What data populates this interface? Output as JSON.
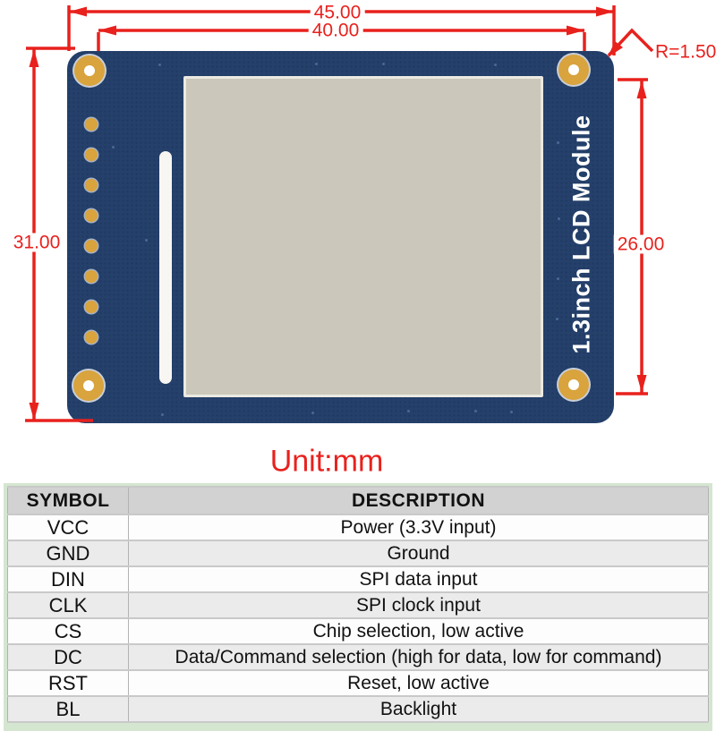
{
  "diagram": {
    "dims": {
      "width_outer": "45.00",
      "width_inner": "40.00",
      "height_left": "31.00",
      "height_right": "26.00",
      "corner_radius": "R=1.50"
    },
    "unit_label": "Unit:mm",
    "board_label": "1.3inch LCD Module",
    "colors": {
      "board_blue": "#24406b",
      "pad_gold": "#d9a33d",
      "screen_gray": "#cbc8bb",
      "dimension_red": "#e8211d",
      "silkscreen": "#ffffff",
      "table_header_bg": "#d2d2d2",
      "table_alt_row": "#ebebeb",
      "table_outer_green": "#d4e6d0"
    }
  },
  "table": {
    "headers": {
      "symbol": "SYMBOL",
      "description": "DESCRIPTION"
    },
    "rows": [
      {
        "symbol": "VCC",
        "description": "Power (3.3V input)"
      },
      {
        "symbol": "GND",
        "description": "Ground"
      },
      {
        "symbol": "DIN",
        "description": "SPI data input"
      },
      {
        "symbol": "CLK",
        "description": "SPI clock input"
      },
      {
        "symbol": "CS",
        "description": "Chip selection, low active"
      },
      {
        "symbol": "DC",
        "description": "Data/Command selection (high for data, low for command)"
      },
      {
        "symbol": "RST",
        "description": "Reset, low active"
      },
      {
        "symbol": "BL",
        "description": "Backlight"
      }
    ]
  }
}
